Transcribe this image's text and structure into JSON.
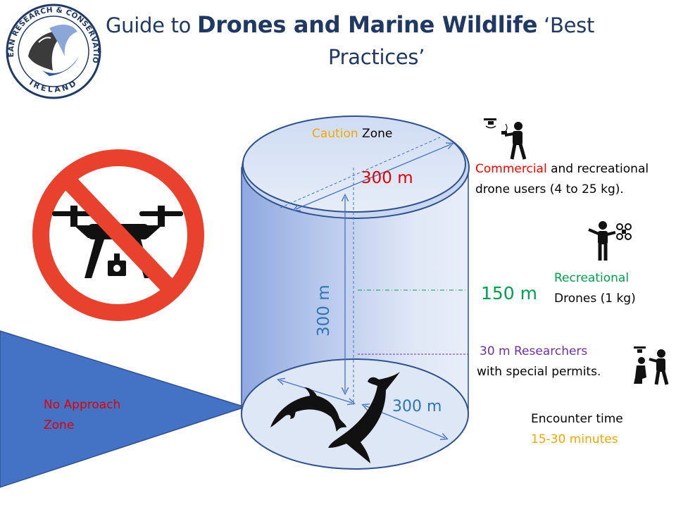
{
  "title": {
    "prefix": "Guide to ",
    "bold": "Drones and Marine Wildlife",
    "suffix": " ‘Best",
    "line2": "Practices’"
  },
  "logo": {
    "top_text": "OCEAN RESEARCH & CONSERVATION",
    "bottom_text": "IRELAND"
  },
  "cylinder": {
    "top_zone_word1": "Caution",
    "top_zone_word2": " Zone",
    "top_diameter": "300 m",
    "height": "300 m",
    "bottom_diameter": "300 m"
  },
  "annotations": {
    "commercial_word": "Commercial",
    "commercial_rest": " and recreational",
    "commercial_line2": "drone users  (4 to 25 kg).",
    "recreational_distance": "150 m",
    "recreational_line1": "Recreational",
    "recreational_line2": "Drones (1 kg)",
    "research_line1": "30 m Researchers",
    "research_line2": "with special permits.",
    "encounter_line1": "Encounter time",
    "encounter_line2": "15-30 minutes",
    "no_approach_line1": "No Approach",
    "no_approach_line2": "Zone"
  },
  "colors": {
    "title": "#1f3864",
    "caution": "#f0a800",
    "commercial": "#ff0000",
    "distance_red": "#e00000",
    "recreational": "#00a050",
    "research": "#7030a0",
    "encounter": "#f0a800",
    "no_approach": "#e00000",
    "cylinder_blue": "#4472c4",
    "blue_text": "#2e75b6"
  }
}
